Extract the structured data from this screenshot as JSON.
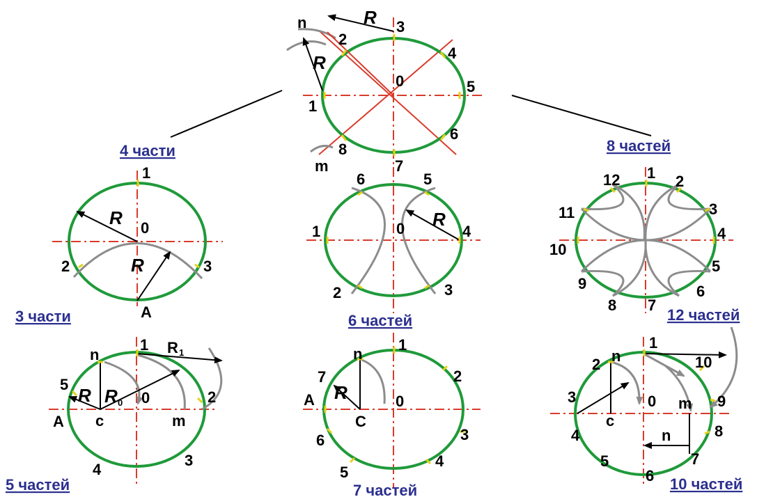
{
  "colors": {
    "circle": "#1f9a3a",
    "axis": "#d93b2b",
    "arc": "#8c8c8c",
    "caption": "#2b2f8f",
    "marker": "#e3d21a"
  },
  "top": {
    "labels": {
      "n": "n",
      "m": "m",
      "R_top": "R",
      "R_left": "R",
      "center": "0",
      "p1": "1",
      "p2": "2",
      "p3": "3",
      "p4": "4",
      "p5": "5",
      "p6": "6",
      "p7": "7",
      "p8": "8"
    }
  },
  "captions": {
    "four": "4 части",
    "eight": "8 частей",
    "three": "3 части",
    "six": "6 частей",
    "twelve": "12 частей",
    "five": "5 частей",
    "seven": "7 частей",
    "ten": "10 частей"
  },
  "three": {
    "labels": {
      "p1": "1",
      "p2": "2",
      "p3": "3",
      "center": "0",
      "A": "A",
      "R1": "R",
      "R2": "R"
    }
  },
  "six": {
    "labels": {
      "p1": "1",
      "p2": "2",
      "p3": "3",
      "p4": "4",
      "p5": "5",
      "p6": "6",
      "center": "0",
      "R": "R"
    }
  },
  "twelve": {
    "labels": {
      "p1": "1",
      "p2": "2",
      "p3": "3",
      "p4": "4",
      "p5": "5",
      "p6": "6",
      "p7": "7",
      "p8": "8",
      "p9": "9",
      "p10": "10",
      "p11": "11",
      "p12": "12"
    }
  },
  "five": {
    "labels": {
      "n": "n",
      "p1": "1",
      "R1": "R",
      "R1sub": "1",
      "p5": "5",
      "R": "R",
      "R0": "R",
      "R0sub": "0",
      "center": "0",
      "p2": "2",
      "A": "A",
      "c": "c",
      "m": "m",
      "p4": "4",
      "p3": "3"
    }
  },
  "seven": {
    "labels": {
      "n": "n",
      "p1": "1",
      "p7": "7",
      "p2": "2",
      "R": "R",
      "A": "A",
      "center": "0",
      "C": "C",
      "p6": "6",
      "p3": "3",
      "p5": "5",
      "p4": "4"
    }
  },
  "ten": {
    "labels": {
      "p1": "1",
      "n": "n",
      "p2": "2",
      "p10": "10",
      "p3": "3",
      "center": "0",
      "m": "m",
      "p9": "9",
      "c": "c",
      "n2": "n",
      "p4": "4",
      "p8": "8",
      "p5": "5",
      "p7": "7",
      "p6": "6"
    }
  }
}
